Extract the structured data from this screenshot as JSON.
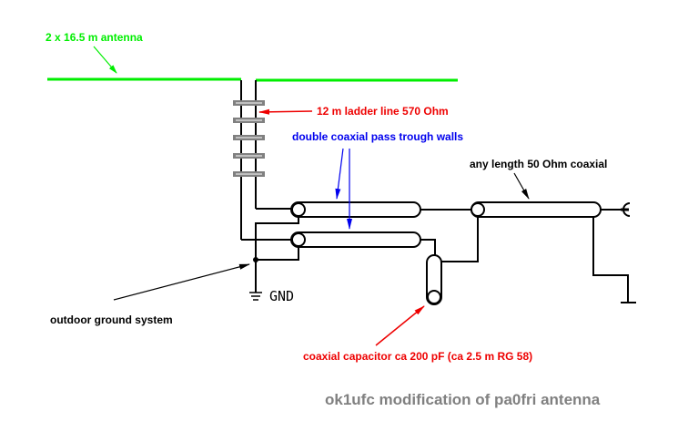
{
  "colors": {
    "antenna": "#00ee00",
    "ladder_note": "#ee0000",
    "passthrough_note": "#0000ee",
    "black": "#000000",
    "title": "#808080",
    "spacer": "#808080"
  },
  "labels": {
    "antenna": "2 x 16.5 m antenna",
    "ladder_line": "12 m ladder line 570 Ohm",
    "passthrough": "double coaxial pass trough walls",
    "feed_coax": "any length 50 Ohm coaxial",
    "ground_system": "outdoor ground system",
    "gnd": "GND",
    "capacitor": "coaxial capacitor ca 200 pF (ca 2.5 m RG 58)",
    "title": "ok1ufc modification of pa0fri antenna"
  },
  "components": {
    "ladder_spacers_count": 5
  }
}
